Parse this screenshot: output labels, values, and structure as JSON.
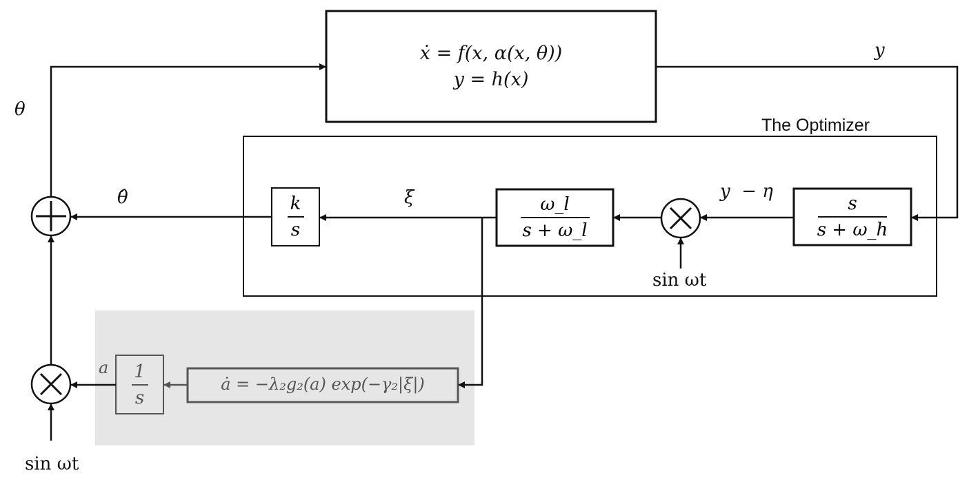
{
  "plant": {
    "line1": "ẋ = f(x, α(x, θ))",
    "line2": "y = h(x)"
  },
  "optimizer": {
    "title": "The Optimizer",
    "highpass": {
      "num": "s",
      "den": "s + ω_h"
    },
    "lowpass": {
      "num": "ω_l",
      "den": "s + ω_l"
    },
    "integrator": {
      "num": "k",
      "den": "s"
    },
    "mult_input": "sin ωt"
  },
  "adaptation": {
    "equation": "ȧ = −λ₂g₂(a) exp(−γ₂|ξ|)",
    "integrator": {
      "num": "1",
      "den": "s"
    },
    "output_label": "a"
  },
  "signals": {
    "theta": "θ",
    "theta_hat": "θ̂",
    "y": "y",
    "xi": "ξ",
    "y_minus_eta": "y  − η",
    "bottom_sin": "sin ωt"
  },
  "colors": {
    "line": "#111111",
    "shade": "#e6e6e6",
    "grey_block": "#555555"
  }
}
